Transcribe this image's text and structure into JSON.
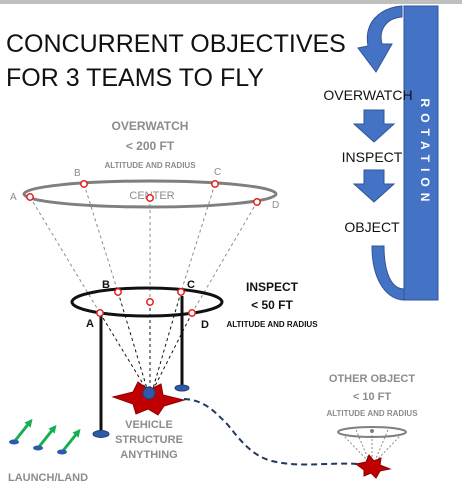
{
  "title": {
    "line1": "CONCURRENT OBJECTIVES",
    "line2": "FOR 3 TEAMS TO FLY"
  },
  "rotation": {
    "label": "ROTATION",
    "steps": [
      "OVERWATCH",
      "INSPECT",
      "OBJECT"
    ]
  },
  "overwatch": {
    "heading": "OVERWATCH",
    "limit": "< 200 FT",
    "detail": "ALTITUDE AND RADIUS",
    "points": {
      "a": "A",
      "b": "B",
      "c": "C",
      "d": "D",
      "center": "CENTER"
    }
  },
  "inspect": {
    "heading": "INSPECT",
    "limit": "< 50 FT",
    "detail": "ALTITUDE AND RADIUS",
    "points": {
      "a": "A",
      "b": "B",
      "c": "C",
      "d": "D"
    }
  },
  "other_object": {
    "heading": "OTHER OBJECT",
    "limit": "< 10 FT",
    "detail": "ALTITUDE AND RADIUS"
  },
  "vehicle": {
    "line1": "VEHICLE",
    "line2": "STRUCTURE",
    "line3": "ANYTHING"
  },
  "launch": {
    "label": "LAUNCH/LAND"
  },
  "colors": {
    "rotation_blue": "#4472c4",
    "rotation_dark": "#2f5597",
    "ring_gray": "#7f7f7f",
    "point_red": "#e02020",
    "target_red": "#c00000",
    "arrow_green": "#12b050",
    "path_navy": "#203864",
    "text_gray": "#8c8c8c"
  }
}
